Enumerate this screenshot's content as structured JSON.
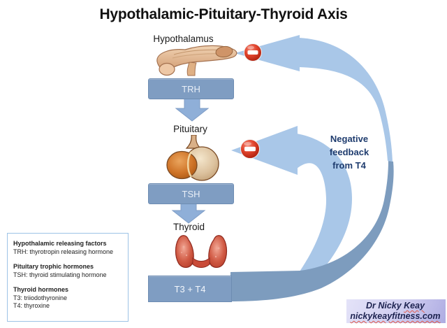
{
  "slide": {
    "title": "Hypothalamic-Pituitary-Thyroid Axis"
  },
  "axis": {
    "hypothalamus_label": "Hypothalamus",
    "trh_label": "TRH",
    "pituitary_label": "Pituitary",
    "tsh_label": "TSH",
    "thyroid_label": "Thyroid",
    "t3t4_label": "T3 + T4"
  },
  "feedback": {
    "label": "Negative feedback from T4"
  },
  "legend": {
    "sections": [
      {
        "heading": "Hypothalamic releasing factors",
        "lines": [
          "TRH: thyrotropin releasing hormone"
        ]
      },
      {
        "heading": "Pituitary trophic hormones",
        "lines": [
          "TSH: thyroid stimulating hormone"
        ]
      },
      {
        "heading": "Thyroid  hormones",
        "lines": [
          "T3: triiodothyronine",
          "T4: thyroxine"
        ]
      }
    ]
  },
  "credit": {
    "prefix": "Dr Nicky ",
    "name": "Keay",
    "site": "nickykeayfitness.com"
  },
  "icons": {
    "no_entry": "no-entry-sign",
    "down_arrow": "down-arrow",
    "left_arrow": "left-arrow"
  },
  "colors": {
    "box_fill": "#7f9dc2",
    "band_light": "#a9c7e8",
    "band_steel": "#7d9cbe",
    "stop_red": "#cf2a18",
    "navy_text": "#1f3c6e",
    "legend_border": "#9dc3e6",
    "credit_bg": "#cfcdf0"
  }
}
